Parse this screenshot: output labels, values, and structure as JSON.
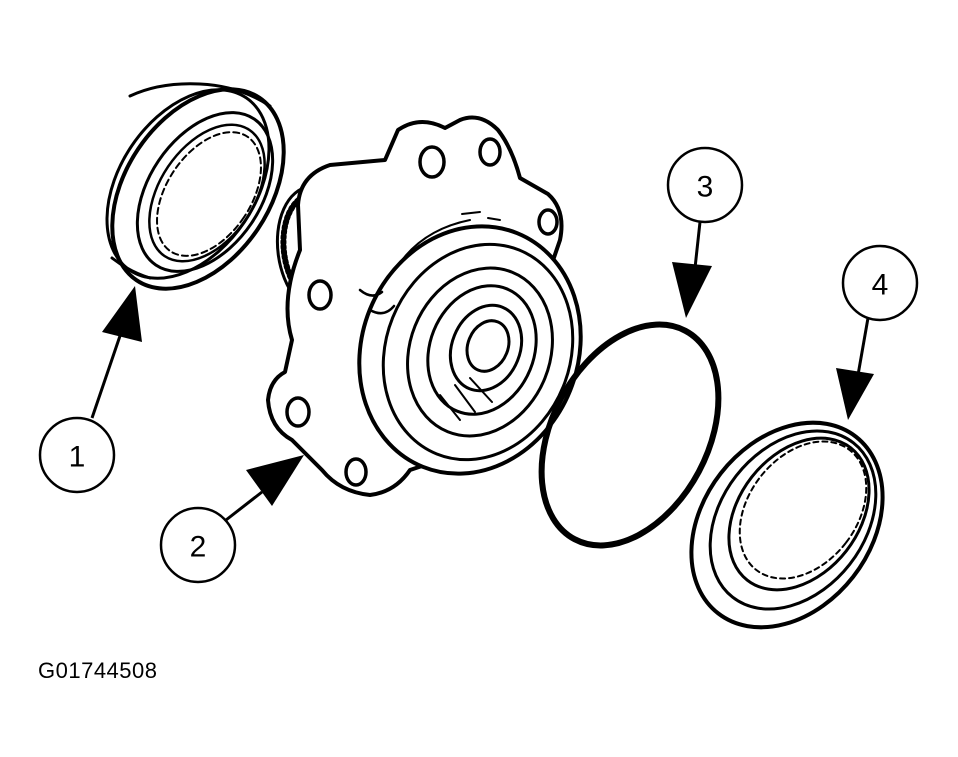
{
  "figure": {
    "id_label": "G01744508"
  },
  "callouts": [
    {
      "number": "1"
    },
    {
      "number": "2"
    },
    {
      "number": "3"
    },
    {
      "number": "4"
    }
  ],
  "colors": {
    "ink": "#000000",
    "paper": "#ffffff"
  }
}
